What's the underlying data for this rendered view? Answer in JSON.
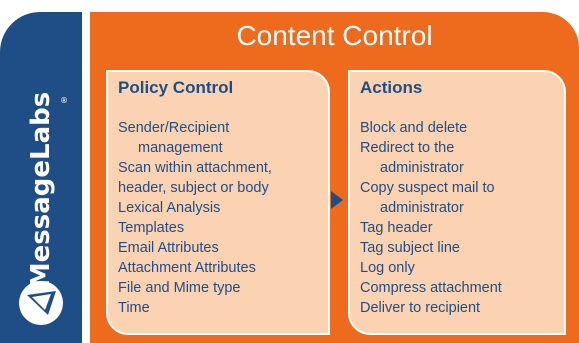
{
  "brand": {
    "name": "MessageLabs",
    "registered_mark": "®",
    "logo_icon": "messagelabs-envelope-logo"
  },
  "title": "Content Control",
  "colors": {
    "brand_blue": "#1f4e86",
    "panel_orange": "#ee6b1e",
    "box_fill": "#fbd2b2"
  },
  "policy_control": {
    "heading": "Policy Control",
    "items": [
      {
        "line1": "Sender/Recipient",
        "line2": "management"
      },
      {
        "line1": "Scan within attachment,",
        "line2": ""
      },
      {
        "line1": "header, subject or body",
        "line2": ""
      },
      {
        "line1": "Lexical Analysis",
        "line2": ""
      },
      {
        "line1": "Templates",
        "line2": ""
      },
      {
        "line1": "Email Attributes",
        "line2": ""
      },
      {
        "line1": "Attachment Attributes",
        "line2": ""
      },
      {
        "line1": "File and Mime type",
        "line2": ""
      },
      {
        "line1": "Time",
        "line2": ""
      }
    ]
  },
  "actions": {
    "heading": "Actions",
    "items": [
      {
        "line1": "Block and delete",
        "line2": ""
      },
      {
        "line1": "Redirect to the",
        "line2": "administrator"
      },
      {
        "line1": "Copy suspect mail to",
        "line2": "administrator"
      },
      {
        "line1": "Tag header",
        "line2": ""
      },
      {
        "line1": "Tag subject line",
        "line2": ""
      },
      {
        "line1": "Log only",
        "line2": ""
      },
      {
        "line1": "Compress attachment",
        "line2": ""
      },
      {
        "line1": "Deliver to recipient",
        "line2": ""
      }
    ]
  },
  "connector_icon": "right-arrow-icon"
}
